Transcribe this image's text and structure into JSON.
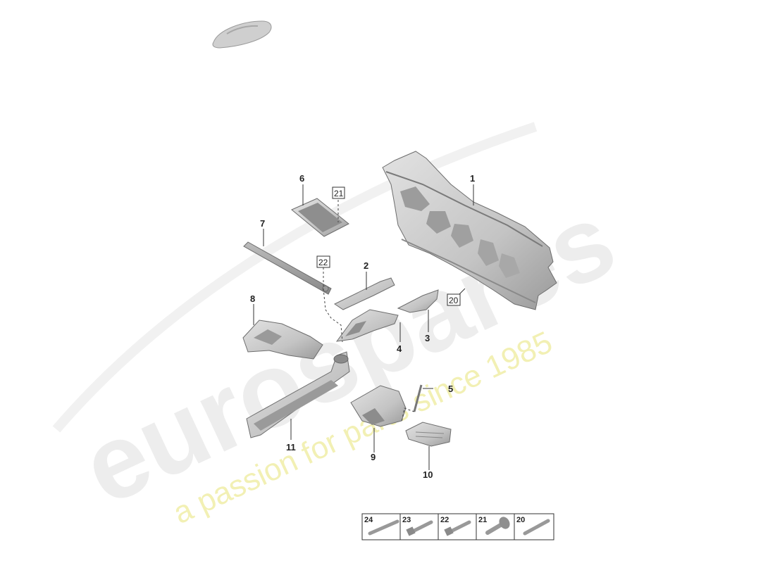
{
  "watermark": {
    "logo": "eurospares",
    "tagline": "a passion for parts since 1985"
  },
  "callouts": {
    "c1": "1",
    "c2": "2",
    "c3": "3",
    "c4": "4",
    "c5": "5",
    "c6": "6",
    "c7": "7",
    "c8": "8",
    "c9": "9",
    "c10": "10",
    "c11": "11",
    "c20": "20",
    "c21": "21",
    "c22": "22"
  },
  "fastener_legend": [
    "24",
    "23",
    "22",
    "21",
    "20"
  ],
  "colors": {
    "part_fill": "#cfcfcf",
    "part_shade": "#a9a9a9",
    "watermark_gray": "#ededed",
    "watermark_yellow": "#f2f0b4"
  }
}
